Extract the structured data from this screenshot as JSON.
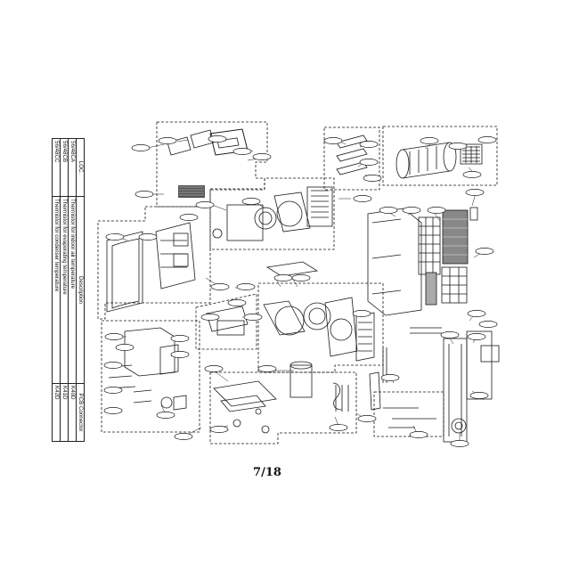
{
  "legend": {
    "headers": [
      "LOC.",
      "Description",
      "PCB Connector"
    ],
    "rows": [
      {
        "loc": "56/48CA",
        "description": "Thermistor for indoor air temperature",
        "connector": "K40D"
      },
      {
        "loc": "56/48CB",
        "description": "Thermistor for evaporating temperature",
        "connector": "K41D"
      },
      {
        "loc": "56/48CC",
        "description": "Thermistor for condenser temperature",
        "connector": "K42D"
      }
    ]
  },
  "page_number": "7/18",
  "colors": {
    "line": "#1a1a1a",
    "label_fill": "#ffffff",
    "background": "#ffffff"
  }
}
